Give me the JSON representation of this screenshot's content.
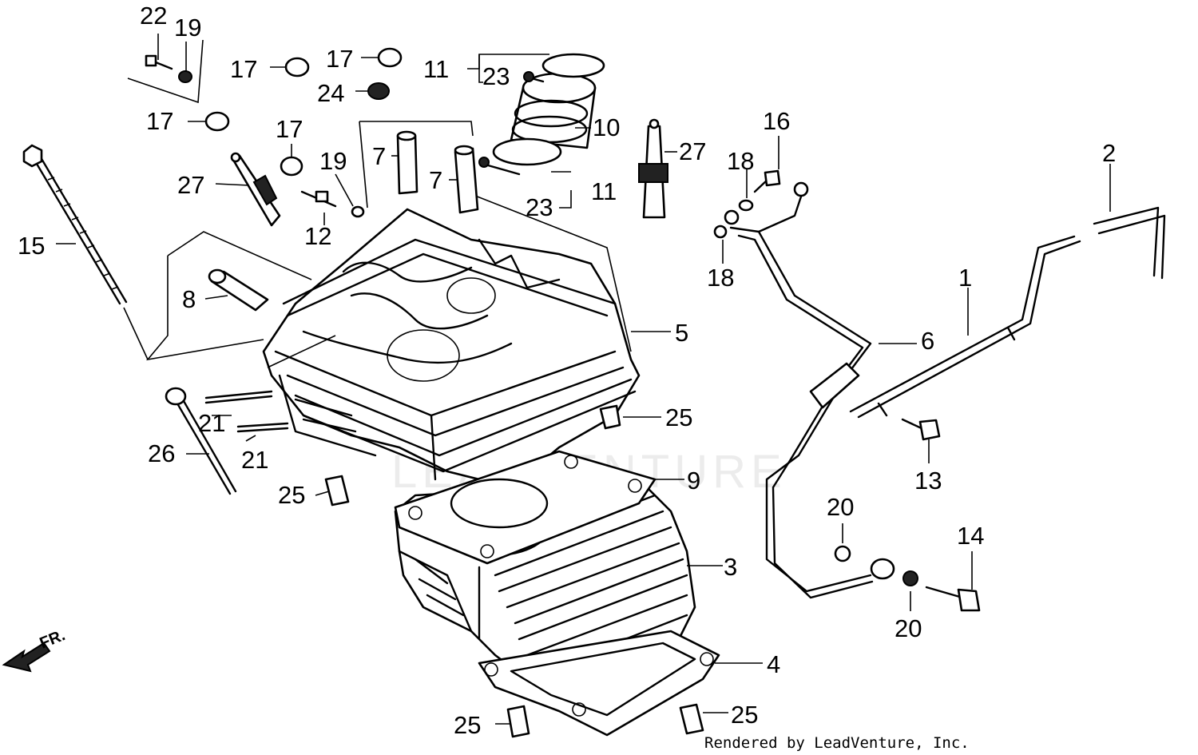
{
  "diagram": {
    "callouts": [
      "1",
      "2",
      "3",
      "4",
      "5",
      "6",
      "7",
      "8",
      "9",
      "10",
      "11",
      "12",
      "13",
      "14",
      "15",
      "16",
      "17",
      "18",
      "19",
      "20",
      "21",
      "22",
      "23",
      "24",
      "25",
      "26",
      "27"
    ],
    "footer": "Rendered by LeadVenture, Inc.",
    "watermark": "LEADVENTURE",
    "direction_label": "FR."
  }
}
